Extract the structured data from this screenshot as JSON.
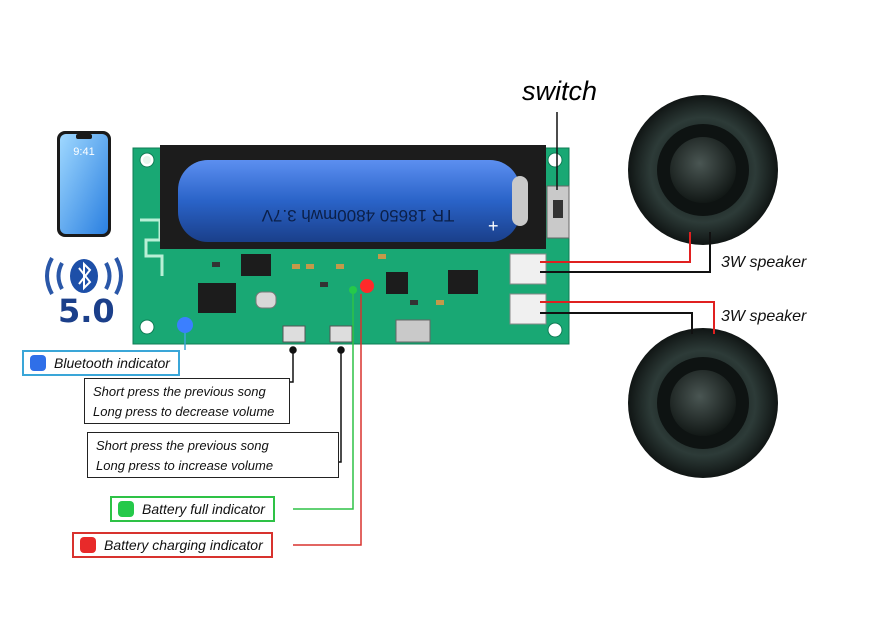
{
  "switch_label": "switch",
  "speaker_labels": [
    "3W speaker",
    "3W speaker"
  ],
  "bluetooth_version": "5.0",
  "phone_time": "9:41",
  "battery_text": "TR 18650 4800mwh 3.7V",
  "annotations": {
    "bluetooth_indicator": "Bluetooth indicator",
    "prev_button_line1": "Short press the previous song",
    "prev_button_line2": "Long press to decrease volume",
    "next_button_line1": "Short press the previous song",
    "next_button_line2": "Long press to increase volume",
    "battery_full": "Battery full indicator",
    "battery_charging": "Battery charging indicator"
  },
  "colors": {
    "pcb": "#19a874",
    "battery": "#2a63c8",
    "bluetooth_indicator_border": "#3aa6d8",
    "battery_full_border": "#2ec246",
    "battery_charging_border": "#d8322e",
    "speaker_wire_red": "#e02020",
    "speaker_wire_black": "#111111"
  },
  "icons": [
    "smartphone-icon",
    "bluetooth-icon",
    "speaker-icon",
    "led-icon"
  ]
}
